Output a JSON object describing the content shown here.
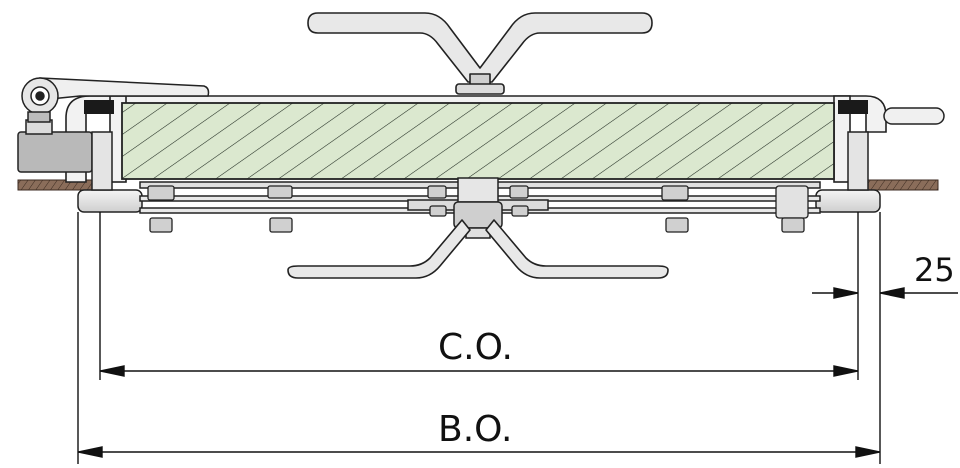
{
  "dimensions": {
    "clear_opening": "C.O.",
    "build_opening": "B.O.",
    "flange_width": "25"
  },
  "colors": {
    "hatch_fill": "#dbe8cf",
    "hatch_line": "#1f2a1f",
    "metal": "#e6e6e6",
    "metal_dark": "#8c8c8c",
    "gasket": "#1a1a1a",
    "hinge_block": "#b9b9b9",
    "floor": "#8a6d5a",
    "outline": "#222222"
  }
}
